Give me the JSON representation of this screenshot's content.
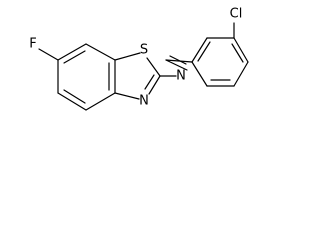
{
  "molecule": {
    "atoms": {
      "fluorine": "F",
      "sulfur": "S",
      "ring_nitrogen": "N",
      "imine_nitrogen": "N",
      "chlorine": "Cl"
    }
  }
}
